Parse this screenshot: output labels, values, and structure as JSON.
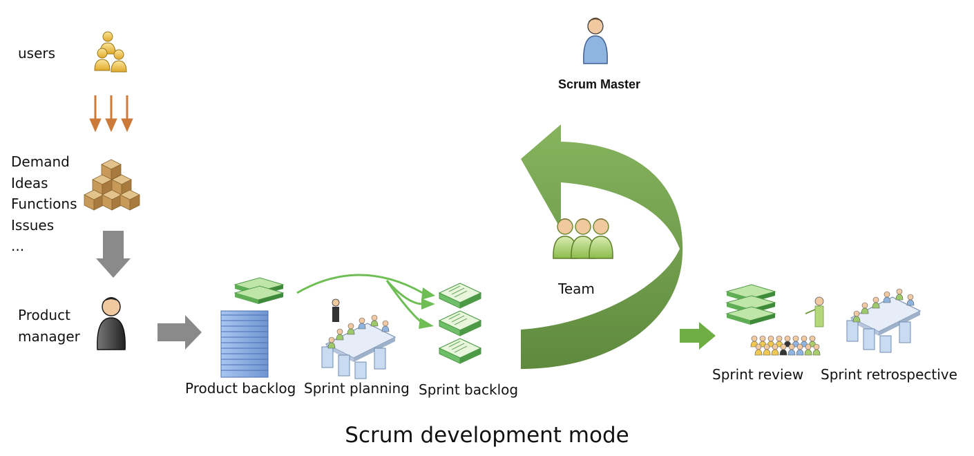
{
  "labels": {
    "users": "users",
    "demand_items": [
      "Demand",
      "Ideas",
      "Functions",
      "Issues",
      "..."
    ],
    "product_manager": [
      "Product",
      "manager"
    ],
    "product_backlog": "Product backlog",
    "sprint_planning": "Sprint planning",
    "sprint_backlog": "Sprint backlog",
    "team": "Team",
    "scrum_master": "Scrum Master",
    "sprint_review": "Sprint review",
    "sprint_retrospective": "Sprint retrospective"
  },
  "caption": "Scrum development mode",
  "colors": {
    "green_arrow": "#7aaa52",
    "green_arrow_dark": "#5f8a3e",
    "small_green_arrow": "#6fae45",
    "gray_arrow": "#8a8a8a",
    "orange_arrow": "#cc7a3a",
    "people_yellow": "#f0c850",
    "people_green": "#a8cc6a",
    "person_dark": "#444444",
    "person_blue": "#8fb4e0",
    "stack_blue": "#7b97d6",
    "stack_green": "#6fbf6a",
    "box_brown": "#c8a068"
  },
  "icons": {
    "users": "user-group-icon",
    "demand": "boxes-pile-icon",
    "product_manager": "person-icon",
    "product_backlog": "stacked-pages-icon",
    "sprint_planning": "meeting-table-icon",
    "sprint_backlog": "document-stack-icon",
    "team": "team-icon",
    "scrum_master": "person-icon",
    "sprint_review": "presentation-icon",
    "sprint_retrospective": "meeting-table-icon"
  }
}
